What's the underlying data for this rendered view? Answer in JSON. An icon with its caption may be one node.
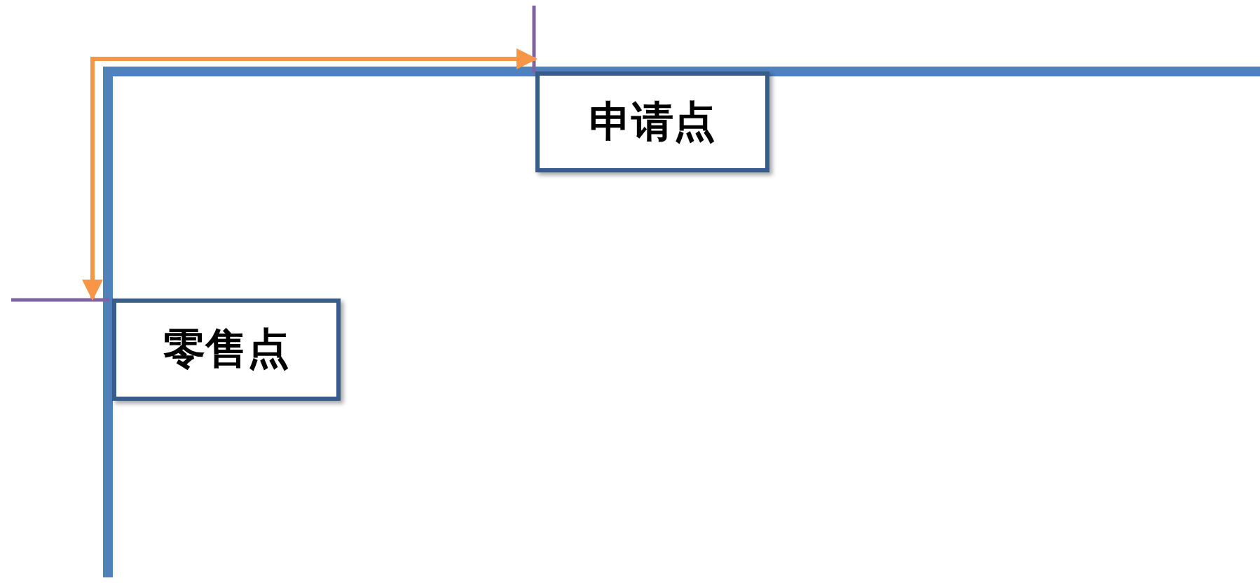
{
  "diagram": {
    "nodes": [
      {
        "text": [
          "申请点"
        ]
      },
      {
        "text": [
          "零售点"
        ]
      }
    ],
    "edges": [
      {
        "from": 0,
        "to": 1,
        "arrow": "both"
      }
    ]
  }
}
